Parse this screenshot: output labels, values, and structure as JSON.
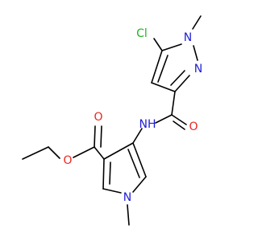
{
  "molecule": {
    "colors": {
      "carbon_bond": "#000000",
      "nitrogen": "#1f1fd6",
      "oxygen": "#e8261f",
      "chlorine": "#1fb51f"
    },
    "labels": {
      "cl": "Cl",
      "n_ring1_methyl": "N",
      "n_ring1_double": "N",
      "n_amide": "NH",
      "o_amide": "O",
      "o_ester_carbonyl": "O",
      "o_ester_ether": "O",
      "n_ring2": "N"
    }
  }
}
